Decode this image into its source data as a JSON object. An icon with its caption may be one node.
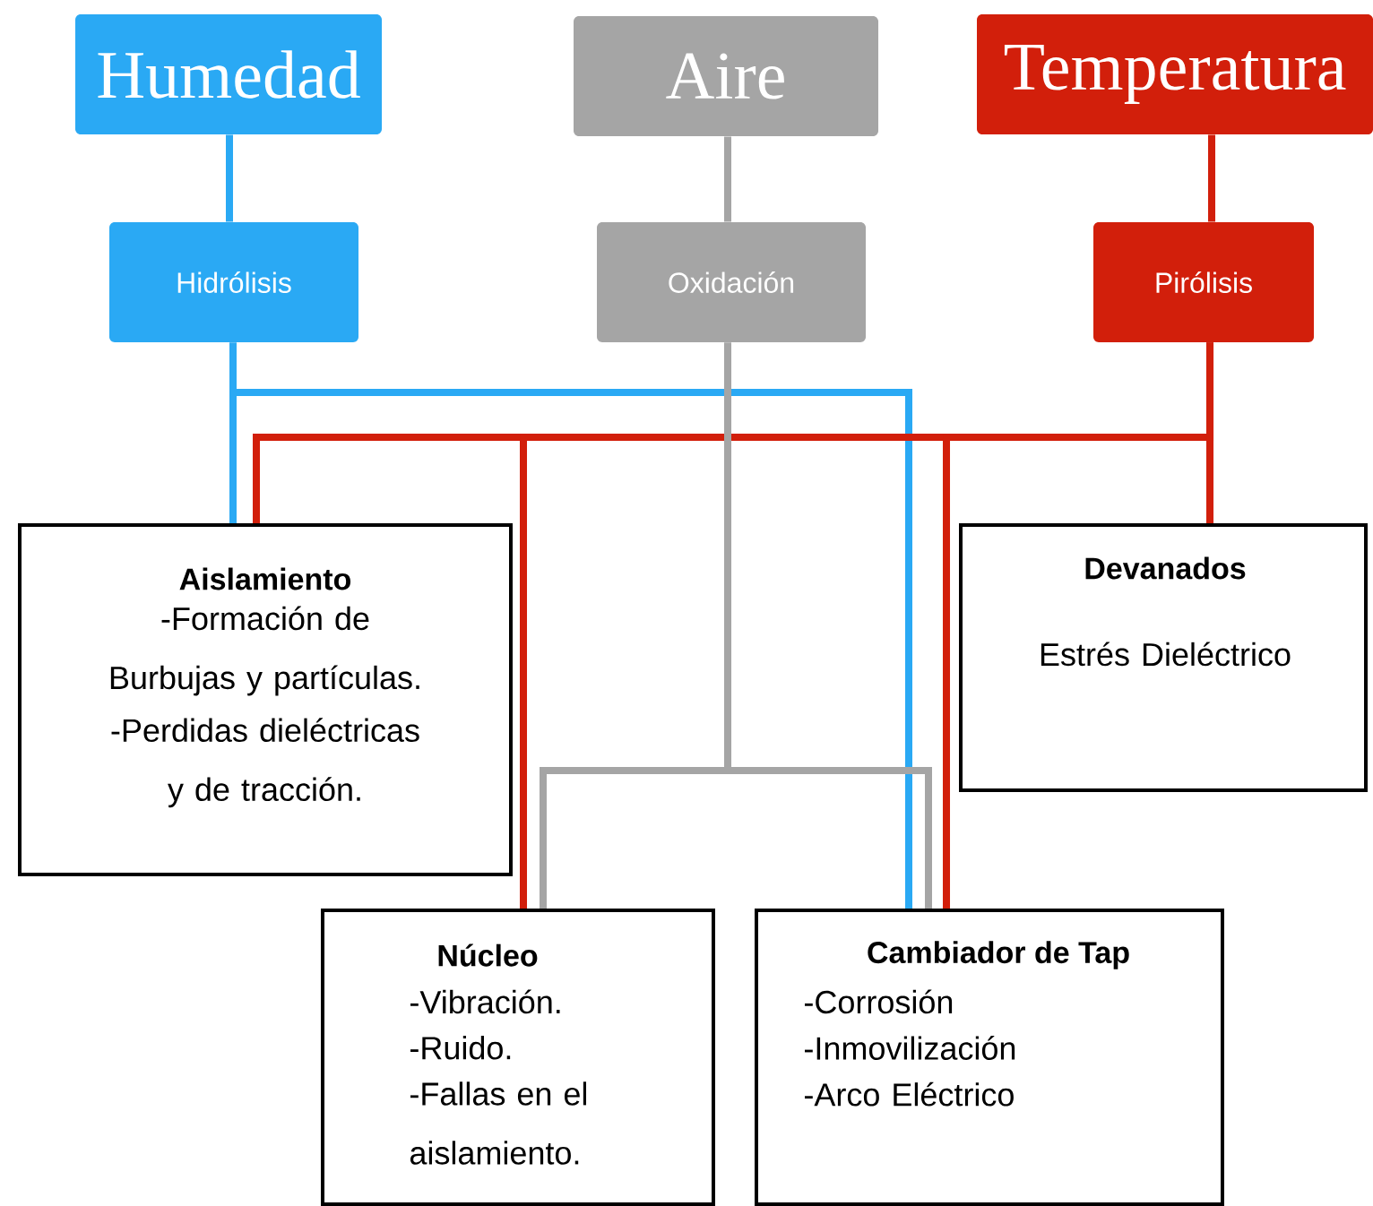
{
  "diagram": {
    "nodes": [
      {
        "text": [
          "Humedad"
        ]
      },
      {
        "text": [
          "Aire"
        ]
      },
      {
        "text": [
          "Temperatura"
        ]
      },
      {
        "text": [
          "Hidrólisis"
        ]
      },
      {
        "text": [
          "Oxidación"
        ]
      },
      {
        "text": [
          "Pirólisis"
        ]
      },
      {
        "text": [
          "Aislamiento",
          "-Formación de Burbujas y partículas.",
          "-Perdidas dieléctricas y de tracción."
        ]
      },
      {
        "text": [
          "Devanados",
          "Estrés Dieléctrico"
        ]
      },
      {
        "text": [
          "Núcleo",
          "-Vibración.",
          "-Ruido.",
          "-Fallas en el aislamiento."
        ]
      },
      {
        "text": [
          "Cambiador de Tap",
          "-Corrosión",
          "-Inmovilización",
          "-Arco Eléctrico"
        ]
      }
    ],
    "edges": [
      {
        "from": 0,
        "to": 3,
        "arrow": "none",
        "color": "#2aa9f4"
      },
      {
        "from": 1,
        "to": 4,
        "arrow": "none",
        "color": "#a5a5a5"
      },
      {
        "from": 2,
        "to": 5,
        "arrow": "none",
        "color": "#d21f0b"
      },
      {
        "from": 3,
        "to": 6,
        "arrow": "none",
        "color": "#2aa9f4"
      },
      {
        "from": 3,
        "to": 9,
        "arrow": "none",
        "color": "#2aa9f4"
      },
      {
        "from": 5,
        "to": 6,
        "arrow": "none",
        "color": "#d21f0b"
      },
      {
        "from": 5,
        "to": 8,
        "arrow": "none",
        "color": "#d21f0b"
      },
      {
        "from": 5,
        "to": 9,
        "arrow": "none",
        "color": "#d21f0b"
      },
      {
        "from": 5,
        "to": 7,
        "arrow": "none",
        "color": "#d21f0b"
      },
      {
        "from": 4,
        "to": 8,
        "arrow": "none",
        "color": "#a5a5a5"
      },
      {
        "from": 4,
        "to": 9,
        "arrow": "none",
        "color": "#a5a5a5"
      }
    ]
  }
}
